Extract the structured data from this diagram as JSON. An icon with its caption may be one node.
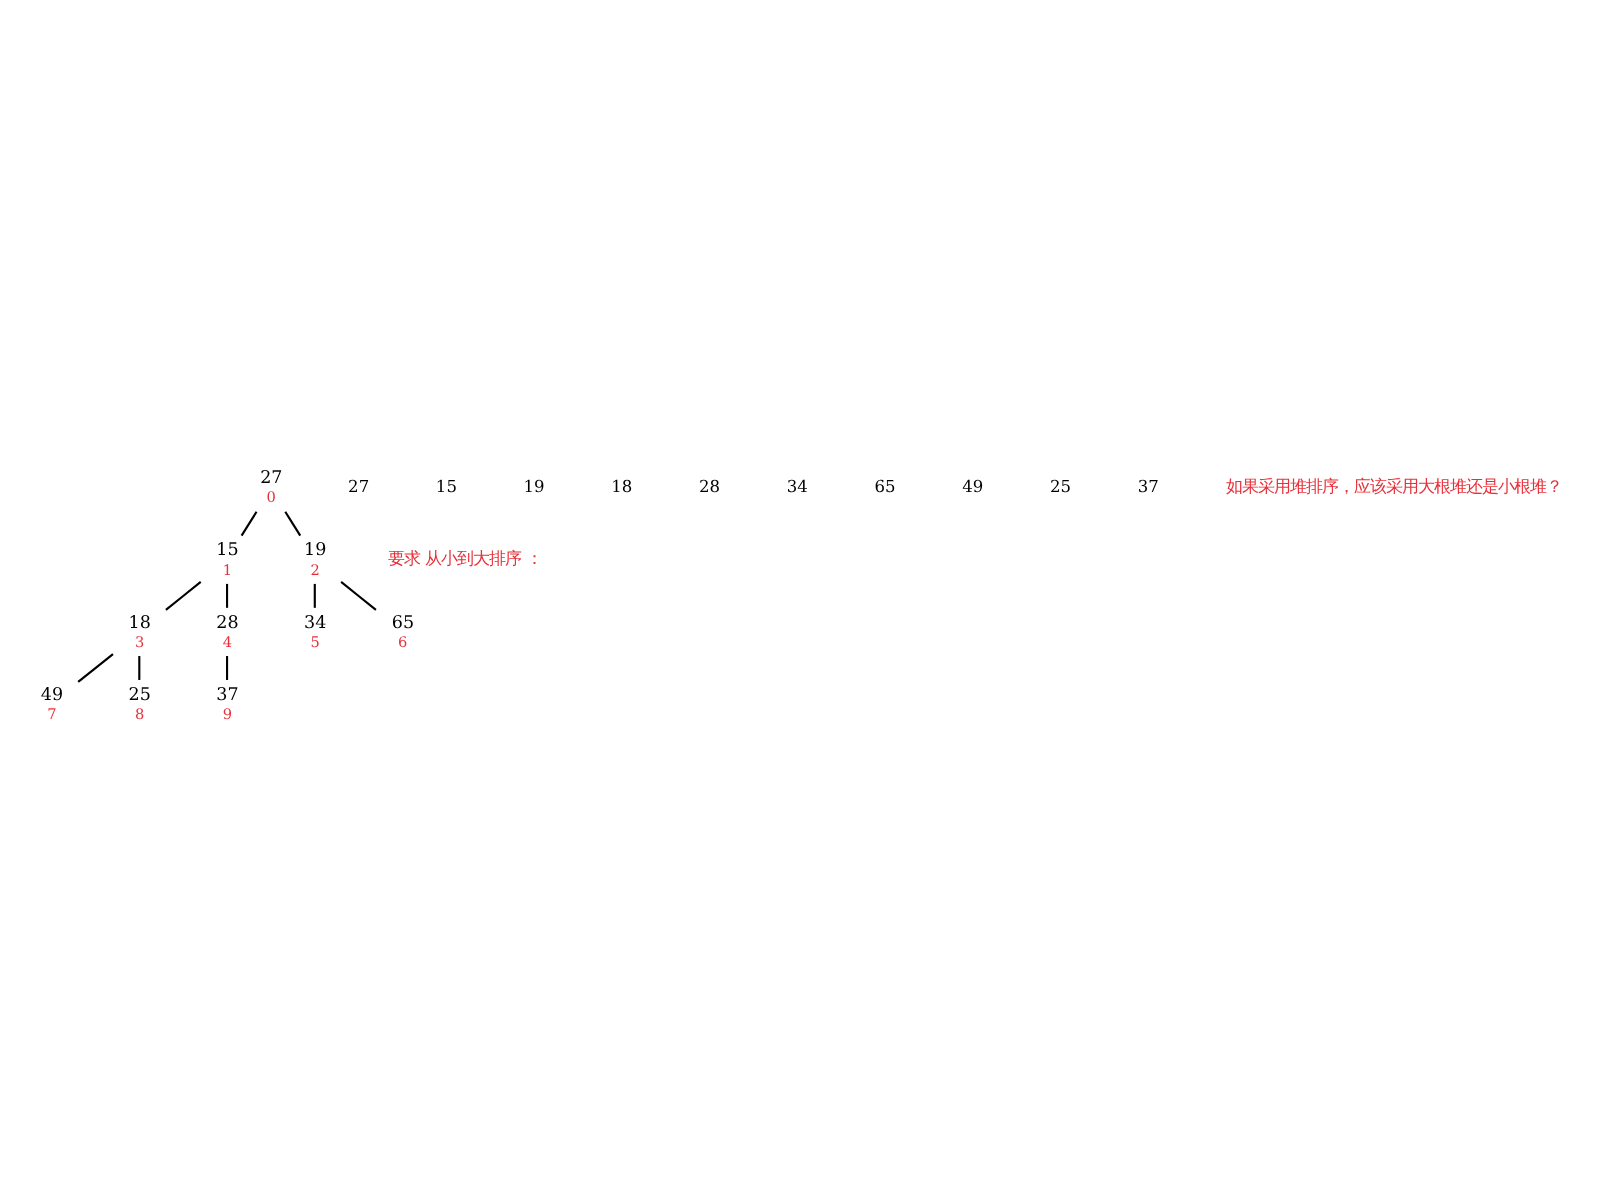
{
  "diagram": {
    "nodes": [
      {
        "text": [
          "27"
        ],
        "beside": [
          "0"
        ]
      },
      {
        "text": [
          "15"
        ],
        "beside": [
          "1"
        ]
      },
      {
        "text": [
          "19"
        ],
        "beside": [
          "2"
        ]
      },
      {
        "text": [
          "18"
        ],
        "beside": [
          "3"
        ]
      },
      {
        "text": [
          "28"
        ],
        "beside": [
          "4"
        ]
      },
      {
        "text": [
          "34"
        ],
        "beside": [
          "5"
        ]
      },
      {
        "text": [
          "65"
        ],
        "beside": [
          "6"
        ]
      },
      {
        "text": [
          "49"
        ],
        "beside": [
          "7"
        ]
      },
      {
        "text": [
          "25"
        ],
        "beside": [
          "8"
        ]
      },
      {
        "text": [
          "37"
        ],
        "beside": [
          "9"
        ]
      }
    ],
    "edges": [
      {
        "from": 0,
        "to": 1,
        "arrow": "none"
      },
      {
        "from": 0,
        "to": 2,
        "arrow": "none"
      },
      {
        "from": 1,
        "to": 3,
        "arrow": "none"
      },
      {
        "from": 1,
        "to": 4,
        "arrow": "none"
      },
      {
        "from": 2,
        "to": 5,
        "arrow": "none"
      },
      {
        "from": 2,
        "to": 6,
        "arrow": "none"
      },
      {
        "from": 3,
        "to": 7,
        "arrow": "none"
      },
      {
        "from": 3,
        "to": 8,
        "arrow": "none"
      },
      {
        "from": 4,
        "to": 9,
        "arrow": "none"
      }
    ],
    "labels": [
      "27",
      "15",
      "19",
      "18",
      "28",
      "34",
      "65",
      "49",
      "25",
      "37",
      "要求 从小到大排序 ：",
      "如果采用堆排序，应该采用大根堆还是小根堆？"
    ]
  }
}
